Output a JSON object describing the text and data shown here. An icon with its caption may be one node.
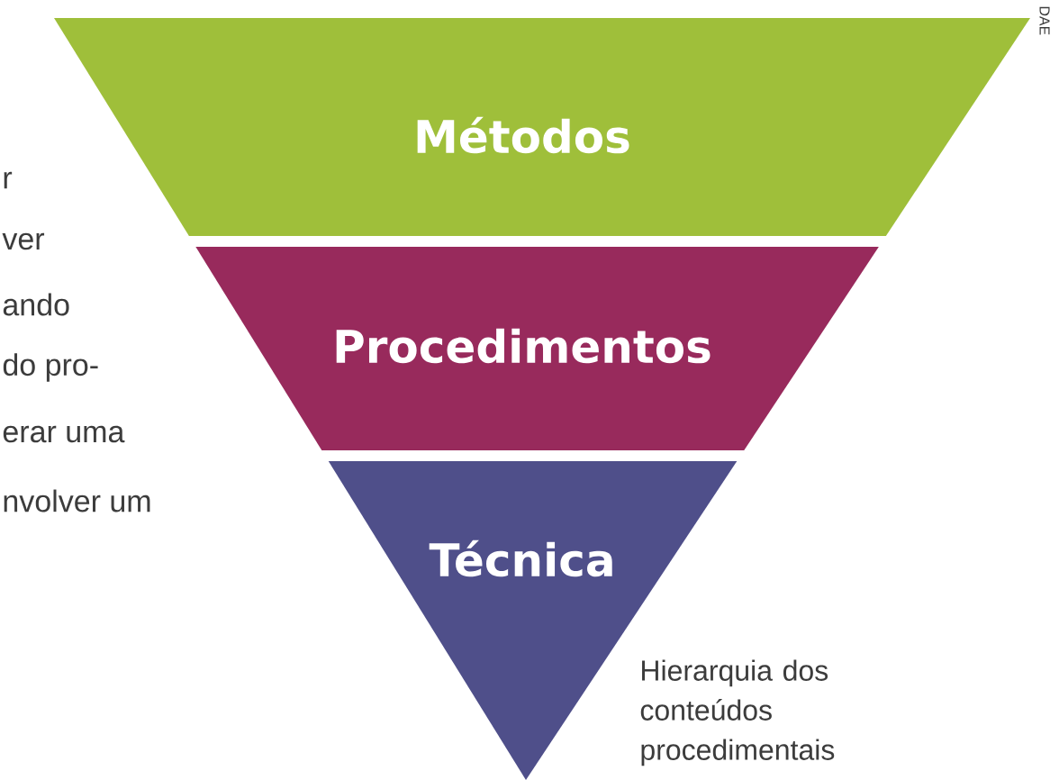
{
  "diagram": {
    "caption": "Hierarquia dos conteúdos procedimentais",
    "nodes": [
      {
        "text": [
          "Métodos"
        ]
      },
      {
        "text": [
          "Procedimentos"
        ]
      },
      {
        "text": [
          "Técnica"
        ]
      }
    ],
    "labels": [
      "r",
      "ver",
      "ando",
      "do pro-",
      "erar uma",
      "nvolver um",
      "DAE"
    ]
  }
}
